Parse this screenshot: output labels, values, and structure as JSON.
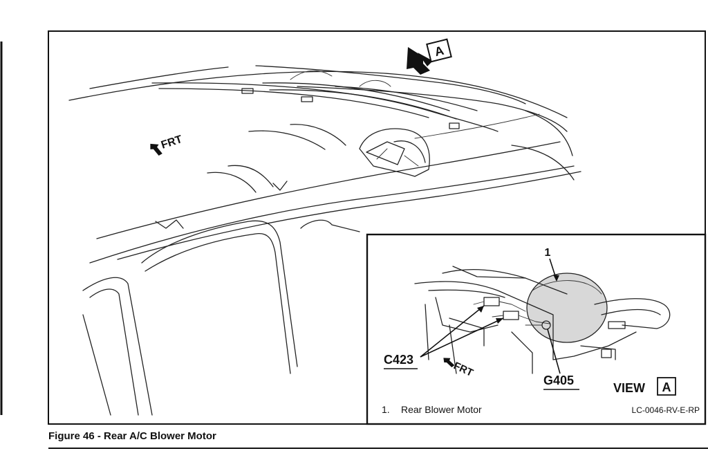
{
  "figure": {
    "caption": "Figure 46 - Rear A/C Blower Motor",
    "code": "LC-0046-RV-E-RP"
  },
  "main_view": {
    "front_label": "FRT",
    "view_marker": "A"
  },
  "inset": {
    "callout_number": "1",
    "connector_label": "C423",
    "ground_label": "G405",
    "front_label": "FRT",
    "view_word": "VIEW",
    "view_letter": "A",
    "legend": [
      {
        "number": "1.",
        "text": "Rear Blower Motor"
      }
    ]
  }
}
